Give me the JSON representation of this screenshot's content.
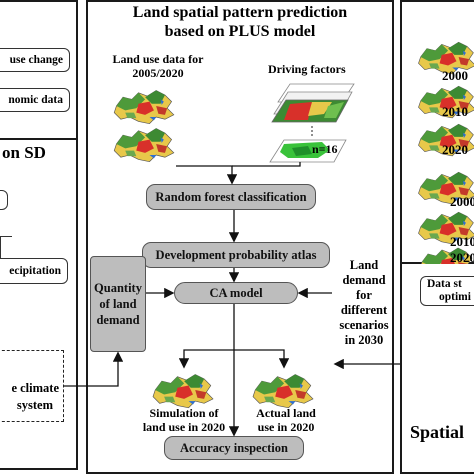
{
  "left": {
    "top_box_1": "use change",
    "top_box_2": "nomic data",
    "section_title": "on SD",
    "precip_box": "ecipitation",
    "climate_box_line1": "e climate",
    "climate_box_line2": "system"
  },
  "center": {
    "title_line1": "Land spatial pattern prediction",
    "title_line2": "based on PLUS model",
    "land_use_label_line1": "Land use data for",
    "land_use_label_line2": "2005/2020",
    "driving_label": "Driving factors",
    "n_label": "n=16",
    "box_rf": "Random forest classification",
    "box_dpa": "Development probability atlas",
    "box_ca": "CA model",
    "box_accuracy": "Accuracy inspection",
    "quantity_line1": "Quantity",
    "quantity_line2": "of land",
    "quantity_line3": "demand",
    "demand_lines": [
      "Land",
      "demand",
      "for",
      "different",
      "scenarios",
      "in 2030"
    ],
    "sim_line1": "Simulation of",
    "sim_line2": "land use in 2020",
    "actual_line1": "Actual land",
    "actual_line2": "use in 2020"
  },
  "right": {
    "years_top": [
      "2000",
      "2010",
      "2020"
    ],
    "years_bottom": [
      "2000",
      "2010",
      "2020"
    ],
    "data_box_line1": "Data st",
    "data_box_line2": "optimi",
    "bottom_title": "Spatial"
  },
  "colors": {
    "box_gray": "#bdbdbd",
    "map_green": "#4e9a3a",
    "map_red": "#d8302a",
    "map_yellow": "#e8c84a",
    "map_blue": "#2f6fd0"
  },
  "icons": [
    "arrow-icon",
    "map-icon",
    "layer-stack-icon"
  ]
}
